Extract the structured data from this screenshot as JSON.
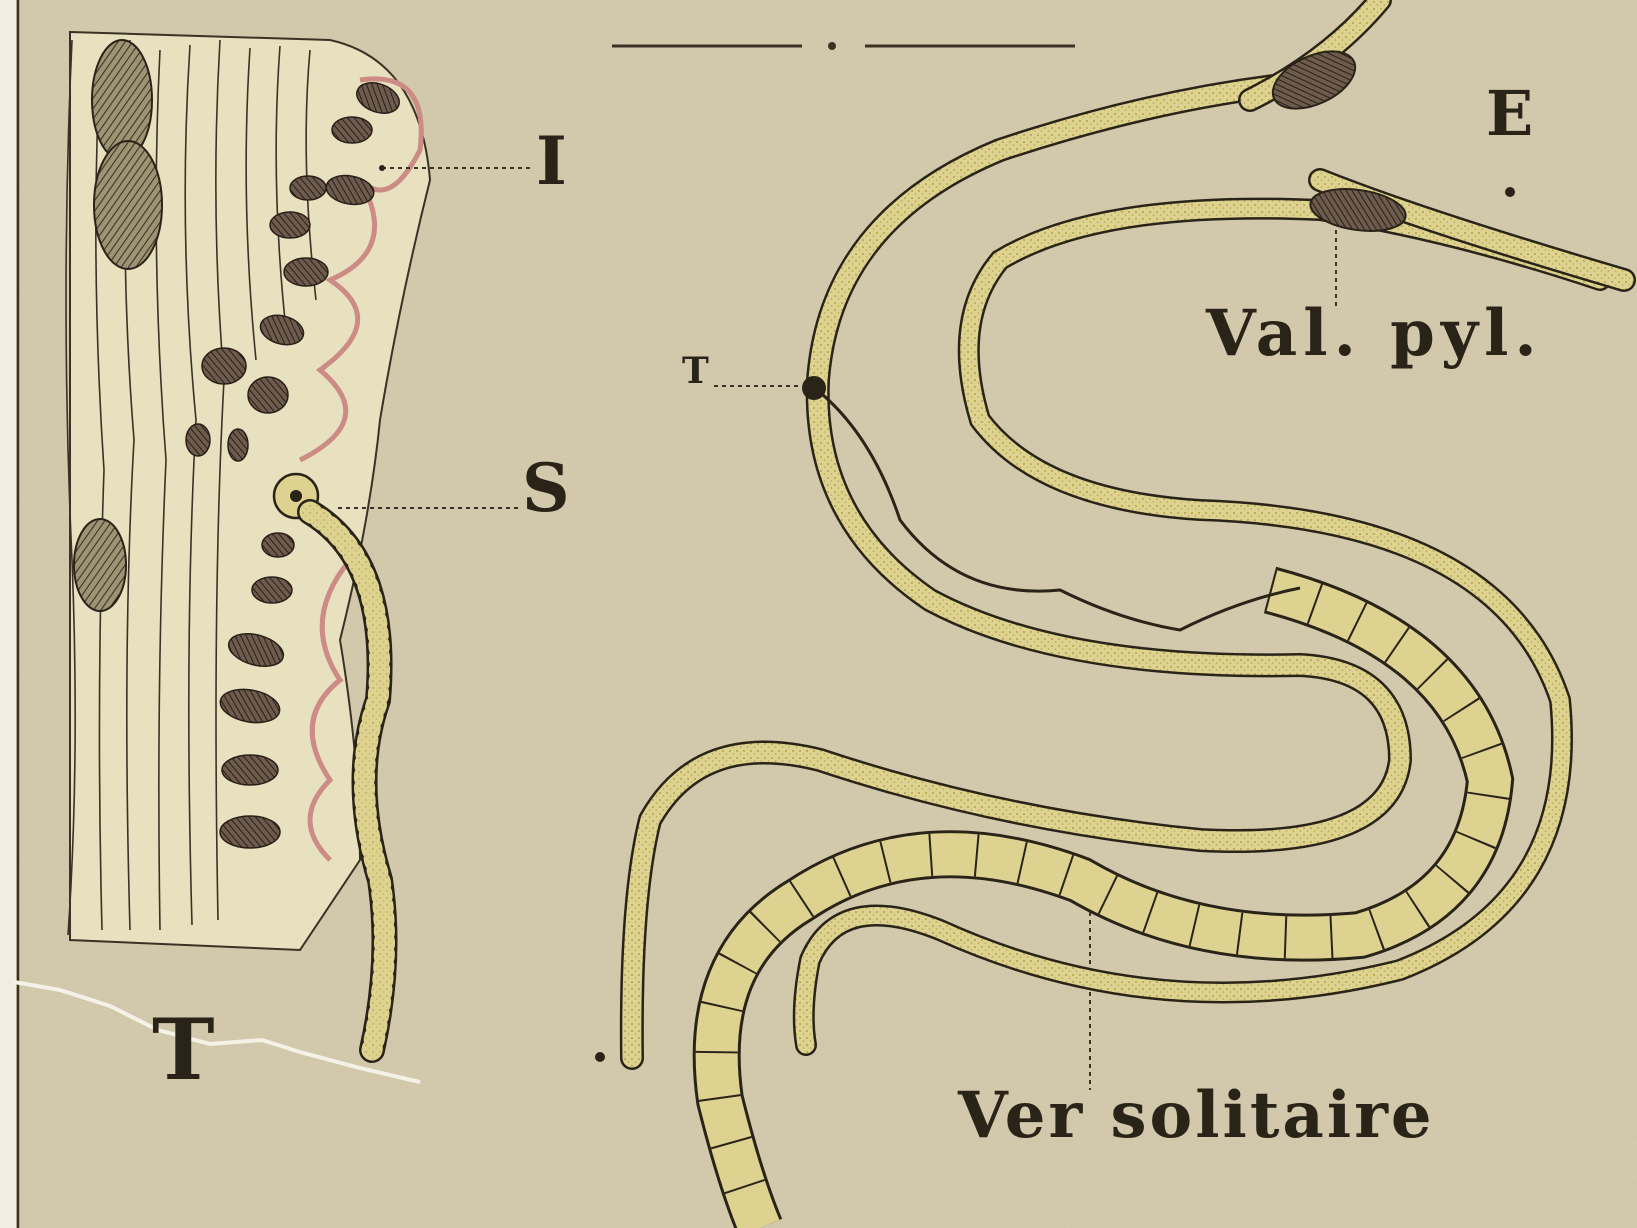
{
  "plate": {
    "labels": {
      "I": "I",
      "S": "S",
      "T_left": "T",
      "T_small": "T",
      "E": "E",
      "val_pyl": "Val. pyl.",
      "ver_solitaire": "Ver solitaire"
    },
    "colors": {
      "paper": "#d8cfb2",
      "ink": "#2a2418",
      "worm_fill": "#ddd290",
      "worm_dots": "#b5a548",
      "villi_pink": "#cc8b84",
      "tissue": "#e7e1c0"
    }
  }
}
